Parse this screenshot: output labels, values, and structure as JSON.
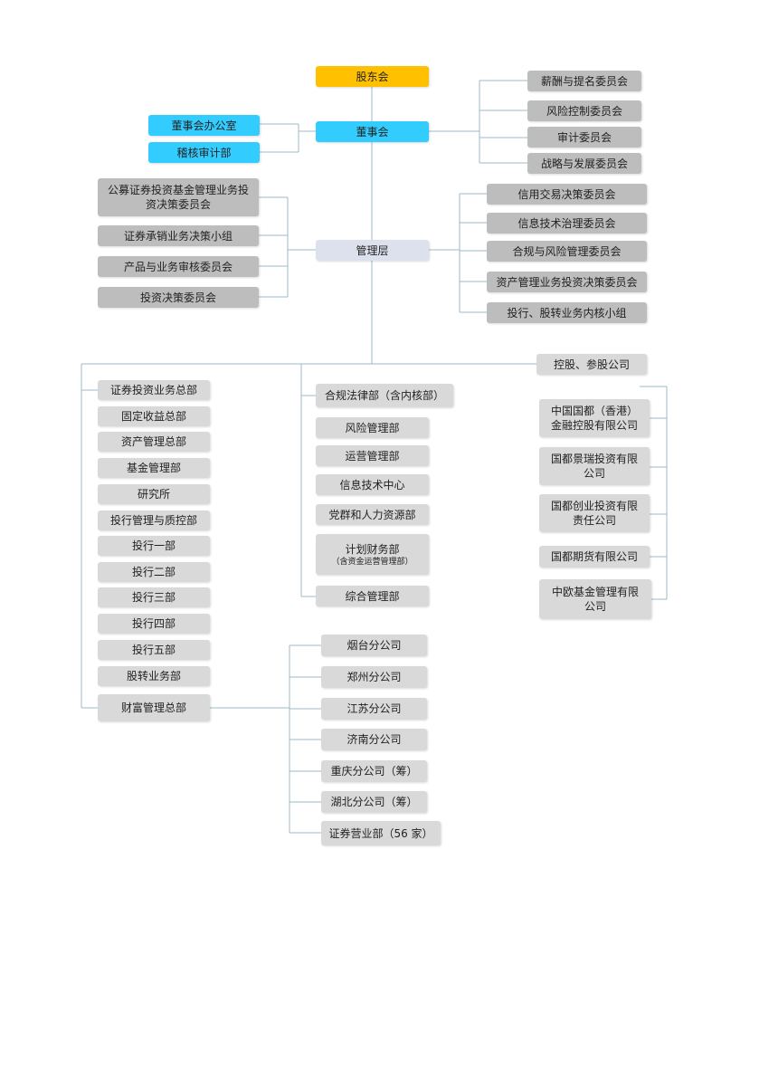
{
  "top": {
    "shareholders": "股东会",
    "board": "董事会",
    "management": "管理层"
  },
  "board_offices": [
    "董事会办公室",
    "稽核审计部"
  ],
  "board_committees": [
    "薪酬与提名委员会",
    "风险控制委员会",
    "审计委员会",
    "战略与发展委员会"
  ],
  "mgmt_left": [
    "公募证券投资基金管理业务投资决策委员会",
    "证券承销业务决策小组",
    "产品与业务审核委员会",
    "投资决策委员会"
  ],
  "mgmt_right": [
    "信用交易决策委员会",
    "信息技术治理委员会",
    "合规与风险管理委员会",
    "资产管理业务投资决策委员会",
    "投行、股转业务内核小组"
  ],
  "dept_left": [
    "证券投资业务总部",
    "固定收益总部",
    "资产管理总部",
    "基金管理部",
    "研究所",
    "投行管理与质控部",
    "投行一部",
    "投行二部",
    "投行三部",
    "投行四部",
    "投行五部",
    "股转业务部",
    "财富管理总部"
  ],
  "dept_mid": [
    "合规法律部（含内核部）",
    "风险管理部",
    "运营管理部",
    "信息技术中心",
    "党群和人力资源部",
    "计划财务部",
    "综合管理部"
  ],
  "dept_mid_sub": "（含资金运营管理部）",
  "branches": [
    "烟台分公司",
    "郑州分公司",
    "江苏分公司",
    "济南分公司",
    "重庆分公司（筹）",
    "湖北分公司（筹）",
    "证券营业部（56 家）"
  ],
  "holdings_title": "控股、参股公司",
  "holdings": [
    "中国国都（香港）金融控股有限公司",
    "国都景瑞投资有限公司",
    "国都创业投资有限责任公司",
    "国都期货有限公司",
    "中欧基金管理有限公司"
  ],
  "colors": {
    "line": "#9db9c9",
    "gold": "#ffc000",
    "cyan": "#33ccff",
    "mgmt": "#dde1ee",
    "dark": "#bdbdbd",
    "light": "#d9d9d9"
  }
}
